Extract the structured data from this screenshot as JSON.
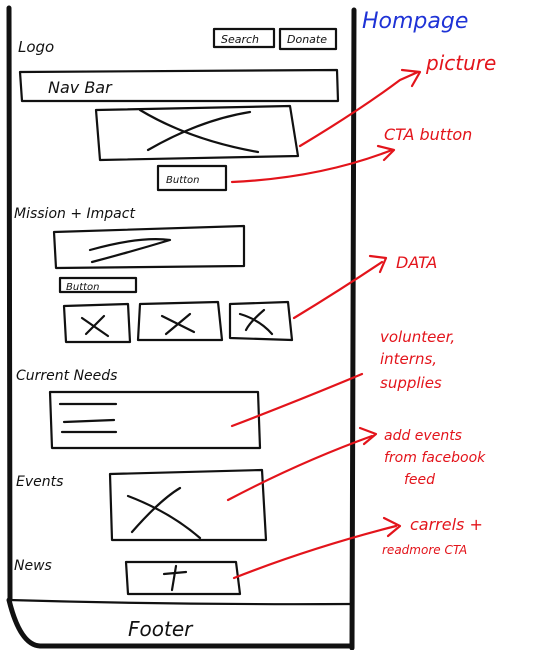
{
  "page_title": "Hompage",
  "header": {
    "logo": "Logo",
    "search_button": "Search",
    "donate_button": "Donate"
  },
  "nav_bar": "Nav Bar",
  "hero": {
    "button": "Button"
  },
  "mission": {
    "heading": "Mission + Impact",
    "button": "Button"
  },
  "current_needs": {
    "heading": "Current Needs"
  },
  "events": {
    "heading": "Events"
  },
  "news": {
    "heading": "News"
  },
  "footer": "Footer",
  "annotations": {
    "picture": "picture",
    "cta_button": "CTA button",
    "data": "DATA",
    "needs_line1": "volunteer,",
    "needs_line2": "interns,",
    "needs_line3": "supplies",
    "events_line1": "add events",
    "events_line2": "from facebook",
    "events_line3": "feed",
    "news_line1": "carrels +",
    "news_line2": "readmore CTA"
  },
  "colors": {
    "ink": "#111111",
    "annotation_red": "#e3141b",
    "title_blue": "#1f33d6"
  }
}
